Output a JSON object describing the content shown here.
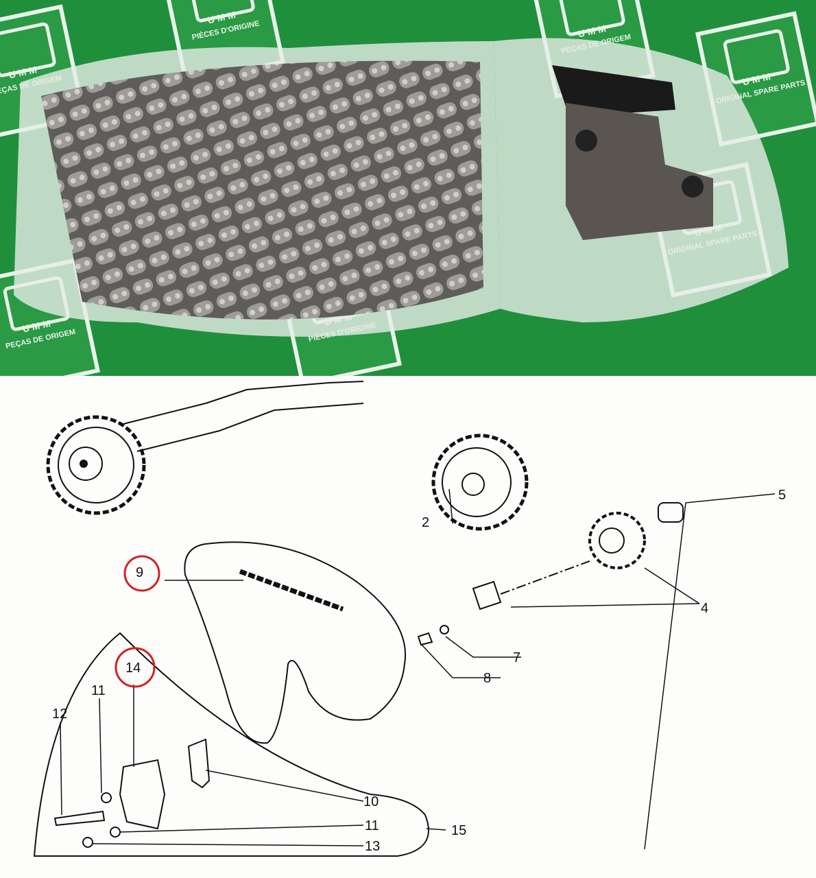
{
  "photo": {
    "watermark": {
      "brand": "UMM",
      "lines": [
        "PEÇAS DE ORIGEM",
        "PIÈCES D'ORIGINE",
        "ORIGINAL SPARE PARTS"
      ]
    },
    "colors": {
      "mat": "#1f8f3c",
      "bag": "#dfe8e0",
      "chain": "#6e6a66"
    }
  },
  "diagram": {
    "callouts": {
      "p2": "2",
      "p4": "4",
      "p5": "5",
      "p7": "7",
      "p8": "8",
      "p9": "9",
      "p10": "10",
      "p11a": "11",
      "p11b": "11",
      "p12": "12",
      "p13": "13",
      "p14": "14",
      "p15": "15"
    },
    "highlight_color": "#d42020"
  }
}
